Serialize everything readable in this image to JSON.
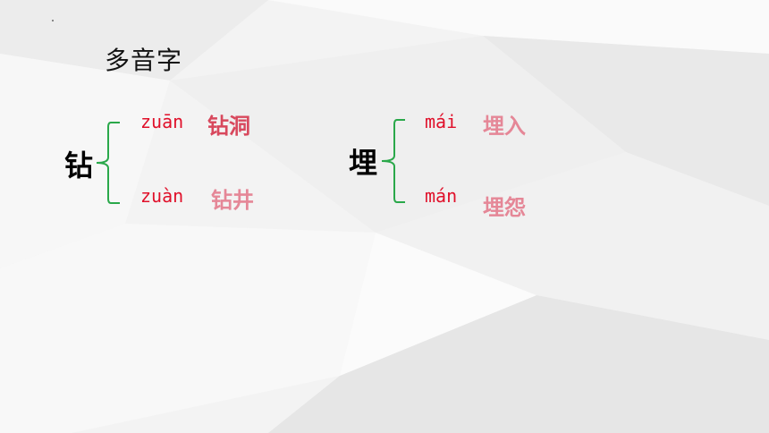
{
  "slide": {
    "title": "多音字",
    "groups": [
      {
        "char": "钻",
        "readings": [
          {
            "pinyin": "zuān",
            "word": "钻洞"
          },
          {
            "pinyin": "zuàn",
            "word": "钻井"
          }
        ]
      },
      {
        "char": "埋",
        "readings": [
          {
            "pinyin": "mái",
            "word": "埋入"
          },
          {
            "pinyin": "mán",
            "word": "埋怨"
          }
        ]
      }
    ],
    "colors": {
      "pinyin": "#e0102a",
      "word_primary": "#d8485d",
      "word_secondary": "#e58797",
      "brace": "#2aa84a"
    }
  }
}
